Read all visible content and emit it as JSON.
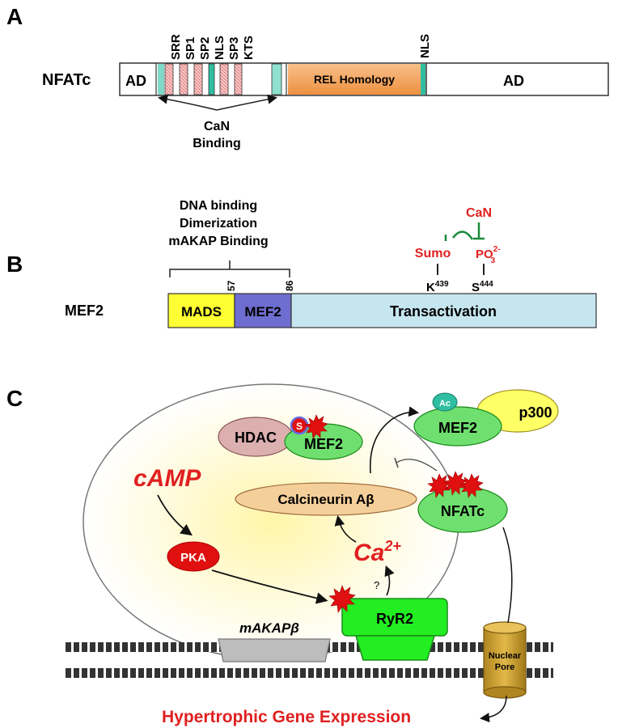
{
  "panel_a": {
    "letter": "A",
    "protein": "NFATc",
    "domain_labels": [
      "SRR",
      "SP1",
      "SP2",
      "NLS",
      "SP3",
      "KTS"
    ],
    "nls_c": "NLS",
    "ad_left": "AD",
    "rel": "REL Homology",
    "ad_right": "AD",
    "can_line1": "CaN",
    "can_line2": "Binding"
  },
  "panel_b": {
    "letter": "B",
    "protein": "MEF2",
    "func1": "DNA binding",
    "func2": "Dimerization",
    "func3": "mAKAP Binding",
    "mads": "MADS",
    "mef2": "MEF2",
    "trans": "Transactivation",
    "res57": "57",
    "res86": "86",
    "can": "CaN",
    "sumo": "Sumo",
    "po": "PO",
    "po_sup": "2-",
    "po_sub": "3",
    "k": "K",
    "k_sup": "439",
    "s": "S",
    "s_sup": "444"
  },
  "panel_c": {
    "letter": "C",
    "camp": "cAMP",
    "pka": "PKA",
    "hdac": "HDAC",
    "s_mark": "S",
    "mef2_nuc": "MEF2",
    "mef2_active": "MEF2",
    "ac": "Ac",
    "p300": "p300",
    "calcineurin": "Calcineurin Aβ",
    "nfatc": "NFATc",
    "ca": "Ca",
    "ca_sup": "2+",
    "question": "?",
    "ryr2": "RyR2",
    "makap": "mAKAPβ",
    "nuclear1": "Nuclear",
    "nuclear2": "Pore",
    "hypertrophic": "Hypertrophic Gene Expression"
  },
  "colors": {
    "red_text": "#e02020",
    "green_protein": "#6fe06f",
    "rel": "#f5a25a",
    "mads": "#ffff33",
    "mef2_domain": "#6e6ed0",
    "transactivation": "#c6e6ef",
    "teal": "#2fbfa0",
    "pink_hatch": "#f2b0b0",
    "pka": "#e01010",
    "ryr2": "#22ee22",
    "pore": "#caa030"
  }
}
